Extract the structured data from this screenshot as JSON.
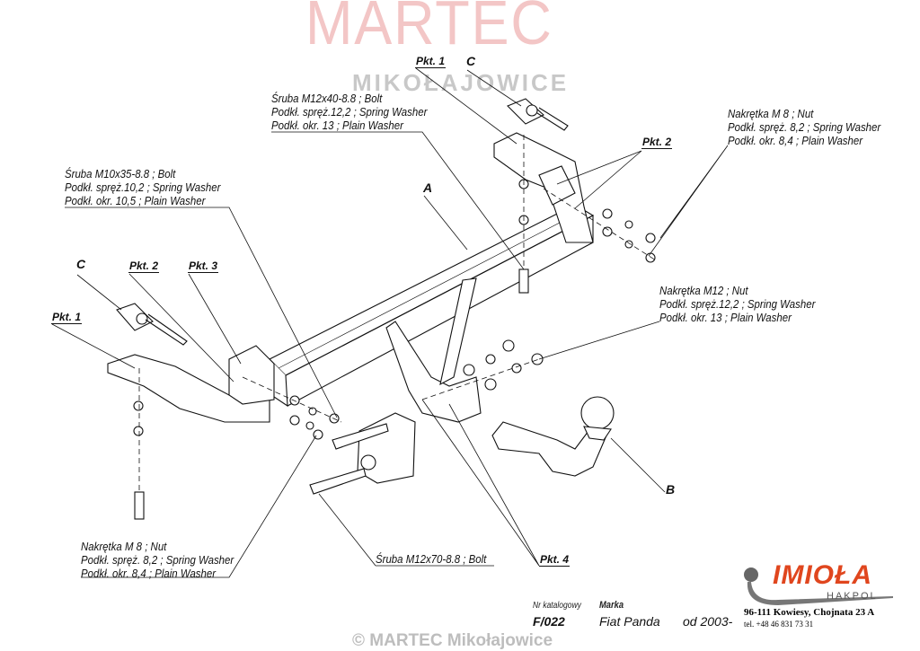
{
  "watermark": {
    "brand": "MARTEC",
    "place": "MIKOŁAJOWICE",
    "copyright": "© MARTEC Mikołajowice"
  },
  "callouts": {
    "bolt_m12x40": [
      "Śruba M12x40-8.8 ;  Bolt",
      "Podkł. spręż.12,2 ; Spring Washer",
      "Podkł. okr. 13 ; Plain Washer"
    ],
    "bolt_m10x35": [
      "Śruba M10x35-8.8 ;  Bolt",
      "Podkł. spręż.10,2 ; Spring Washer",
      "Podkł. okr. 10,5 ; Plain Washer"
    ],
    "nut_m8_top": [
      "Nakrętka  M 8 ; Nut",
      "Podkł. spręż. 8,2 ; Spring Washer",
      "Podkł. okr. 8,4 ; Plain Washer"
    ],
    "nut_m12": [
      "Nakrętka  M12 ; Nut",
      "Podkł. spręż.12,2 ; Spring Washer",
      "Podkł. okr. 13 ; Plain Washer"
    ],
    "nut_m8_bottom": [
      "Nakrętka  M 8 ; Nut",
      "Podkł. spręż. 8,2 ; Spring Washer",
      "Podkł. okr. 8,4 ; Plain Washer"
    ],
    "bolt_m12x70": "Śruba M12x70-8.8 ;  Bolt"
  },
  "points": {
    "pkt1": "Pkt. 1",
    "pkt2": "Pkt. 2",
    "pkt3": "Pkt. 3",
    "pkt4": "Pkt. 4"
  },
  "parts": {
    "a": "A",
    "b": "B",
    "c": "C"
  },
  "title_block": {
    "catalog_label": "Nr katalogowy",
    "catalog_value": "F/022",
    "brand_label": "Marka",
    "brand_value": "Fiat Panda",
    "year": "od 2003-"
  },
  "manufacturer": {
    "logo": "IMIOŁA",
    "sub": "HAKPOL",
    "address": "96-111 Kowiesy, Chojnata 23 A",
    "phone": "tel. +48 46 831 73 31"
  }
}
